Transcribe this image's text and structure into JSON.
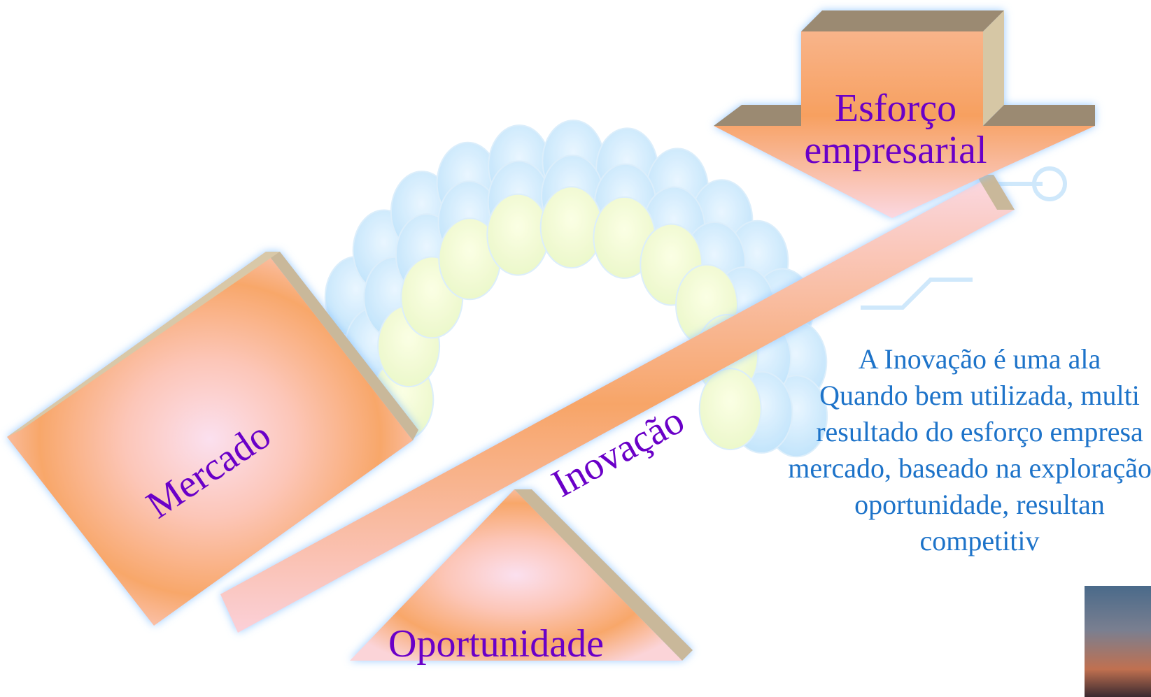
{
  "labels": {
    "esforco": "Esforço empresarial",
    "mercado": "Mercado",
    "inovacao": "Inovação",
    "oportunidade": "Oportunidade"
  },
  "description": {
    "lines": [
      "A Inovação é uma ala",
      "Quando bem utilizada, multi",
      "resultado do esforço empresa",
      "mercado, baseado na exploração c",
      "oportunidade, resultan",
      "competitiv"
    ]
  },
  "colors": {
    "label_text": "#6a00c8",
    "description_text": "#1d73c9",
    "shape_fill_center": "#ffd0e0",
    "shape_fill_edge": "#f7a05a",
    "shape_side": "#c9b89a"
  }
}
